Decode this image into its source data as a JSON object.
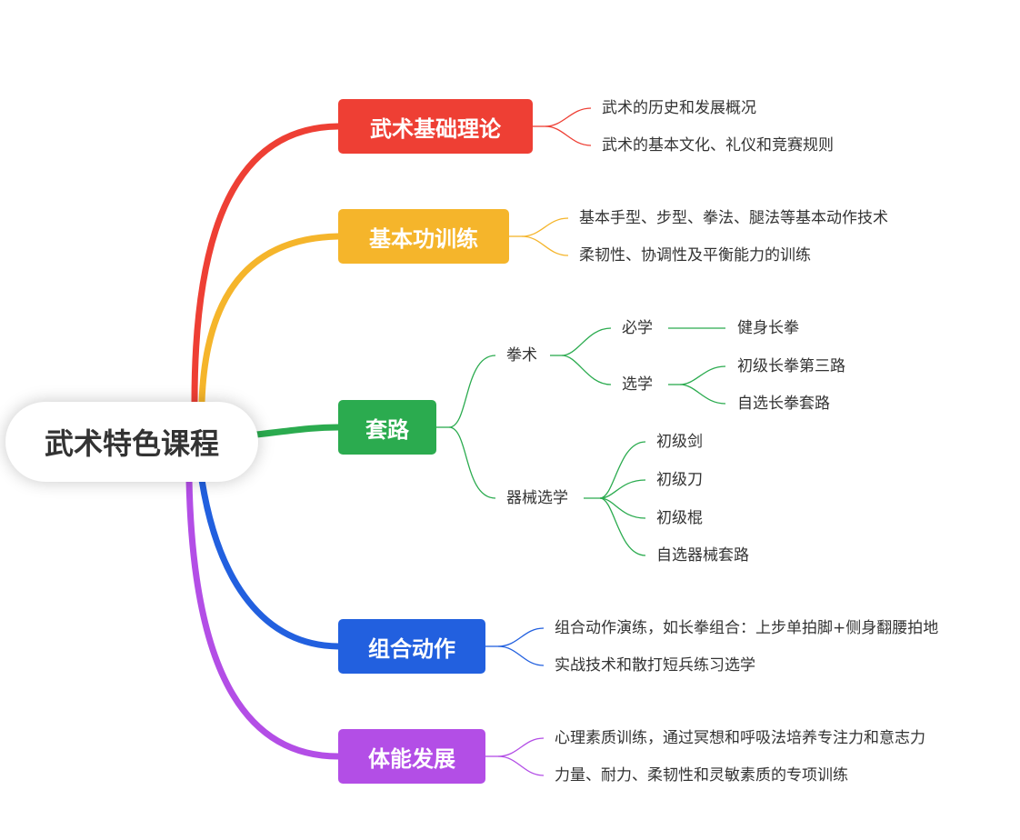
{
  "root": {
    "title": "武术特色课程"
  },
  "colors": {
    "b1": "#ee3f34",
    "b2": "#f5b52b",
    "b3": "#2bab4f",
    "b4": "#2260df",
    "b5": "#b34ee6"
  },
  "branches": [
    {
      "label": "武术基础理论",
      "items": [
        "武术的历史和发展概况",
        "武术的基本文化、礼仪和竞赛规则"
      ]
    },
    {
      "label": "基本功训练",
      "items": [
        "基本手型、步型、拳法、腿法等基本动作技术",
        "柔韧性、协调性及平衡能力的训练"
      ]
    },
    {
      "label": "套路",
      "groups": [
        {
          "label": "拳术",
          "subgroups": [
            {
              "label": "必学",
              "items": [
                "健身长拳"
              ]
            },
            {
              "label": "选学",
              "items": [
                "初级长拳第三路",
                "自选长拳套路"
              ]
            }
          ]
        },
        {
          "label": "器械选学",
          "items": [
            "初级剑",
            "初级刀",
            "初级棍",
            "自选器械套路"
          ]
        }
      ]
    },
    {
      "label": "组合动作",
      "items": [
        "组合动作演练，如长拳组合：上步单拍脚+侧身翻腰拍地",
        "实战技术和散打短兵练习选学"
      ]
    },
    {
      "label": "体能发展",
      "items": [
        "心理素质训练，通过冥想和呼吸法培养专注力和意志力",
        "力量、耐力、柔韧性和灵敏素质的专项训练"
      ]
    }
  ]
}
